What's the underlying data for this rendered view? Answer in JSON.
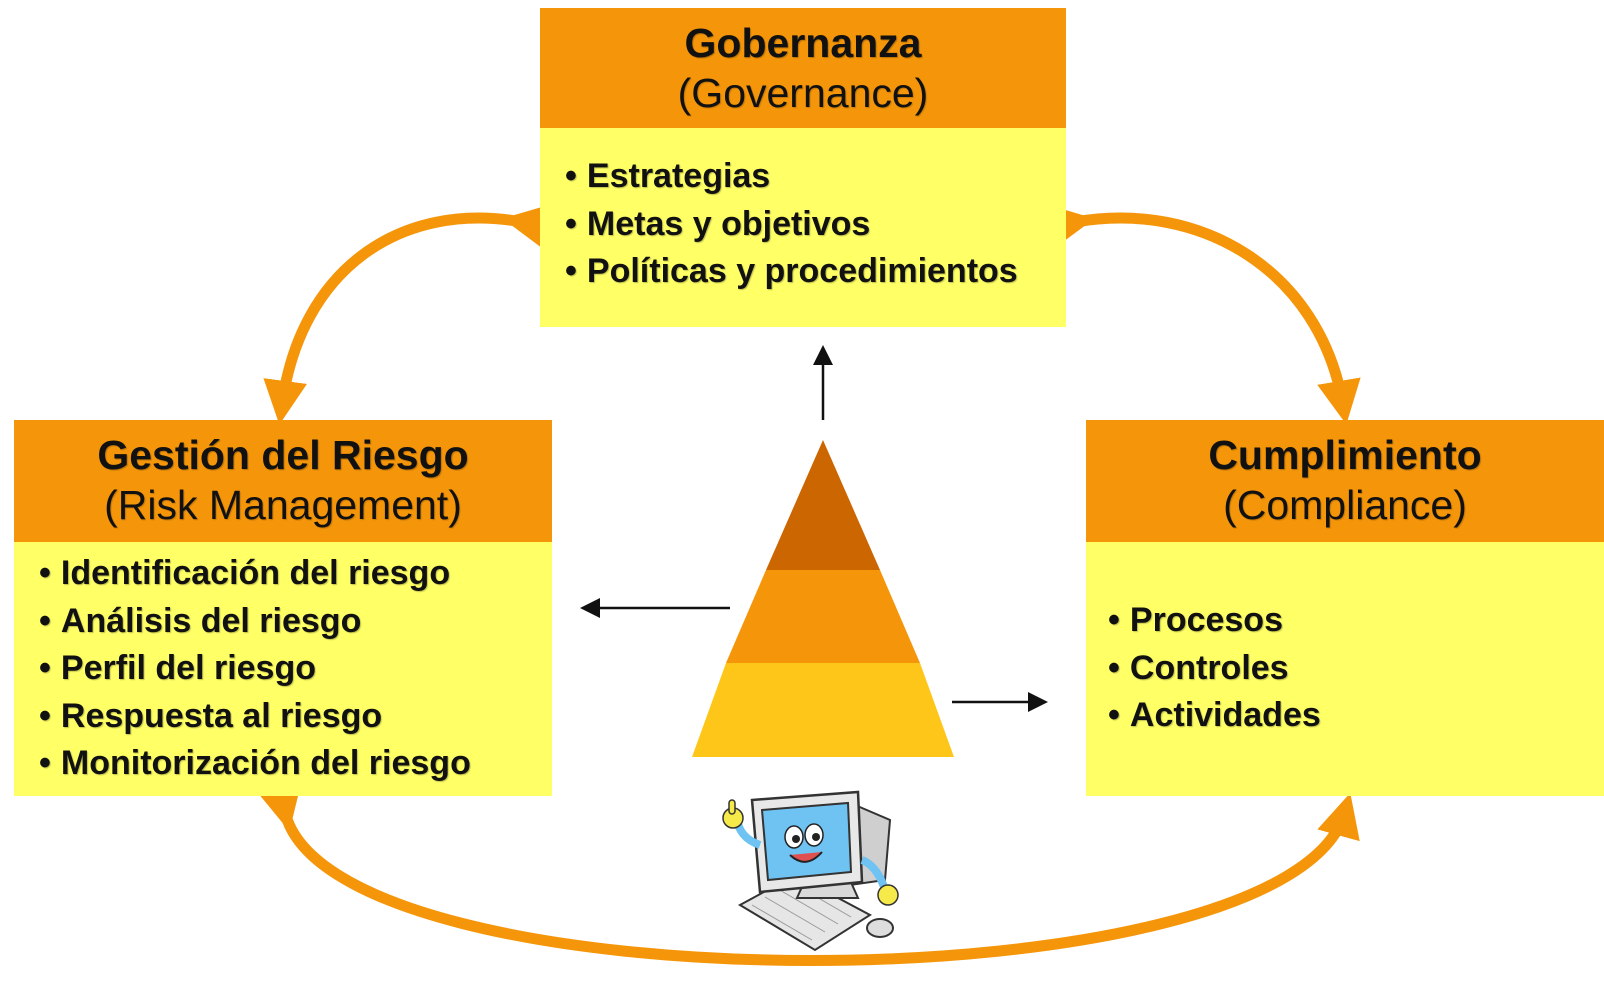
{
  "governance": {
    "title": "Gobernanza",
    "subtitle": "(Governance)",
    "items": [
      "Estrategias",
      "Metas y objetivos",
      "Políticas y procedimientos"
    ]
  },
  "risk": {
    "title": "Gestión del Riesgo",
    "subtitle": "(Risk Management)",
    "items": [
      "Identificación del riesgo",
      "Análisis del riesgo",
      "Perfil del riesgo",
      "Respuesta al riesgo",
      "Monitorización del riesgo"
    ]
  },
  "compliance": {
    "title": "Cumplimiento",
    "subtitle": "(Compliance)",
    "items": [
      "Procesos",
      "Controles",
      "Actividades"
    ]
  },
  "bullet": "•",
  "colors": {
    "header": "#f5960a",
    "body": "#ffff66",
    "cycle_arrow": "#f5960a",
    "pyramid_top": "#cc6600",
    "pyramid_mid": "#f5960a",
    "pyramid_bottom": "#ffc61a"
  },
  "icons": [
    "computer-mascot-icon"
  ]
}
